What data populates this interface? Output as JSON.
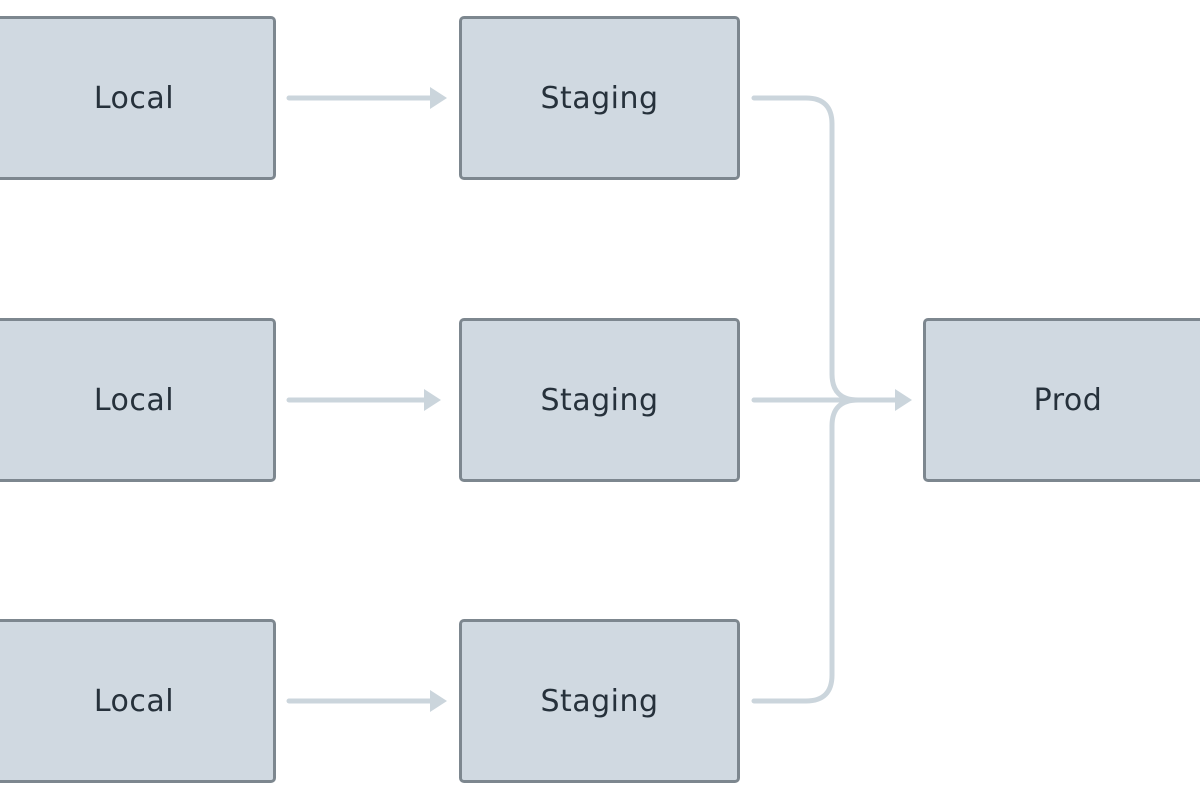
{
  "colors": {
    "node_fill": "#d0d9e1",
    "node_border": "#7d878f",
    "node_text": "#26313b",
    "connector": "#cbd5dc"
  },
  "diagram": {
    "type": "flow",
    "nodes": [
      {
        "id": "local-1",
        "label": "Local"
      },
      {
        "id": "local-2",
        "label": "Local"
      },
      {
        "id": "local-3",
        "label": "Local"
      },
      {
        "id": "staging-1",
        "label": "Staging"
      },
      {
        "id": "staging-2",
        "label": "Staging"
      },
      {
        "id": "staging-3",
        "label": "Staging"
      },
      {
        "id": "prod",
        "label": "Prod"
      }
    ],
    "edges": [
      {
        "from": "local-1",
        "to": "staging-1"
      },
      {
        "from": "local-2",
        "to": "staging-2"
      },
      {
        "from": "local-3",
        "to": "staging-3"
      },
      {
        "from": "staging-1",
        "to": "prod"
      },
      {
        "from": "staging-2",
        "to": "prod"
      },
      {
        "from": "staging-3",
        "to": "prod"
      }
    ]
  }
}
